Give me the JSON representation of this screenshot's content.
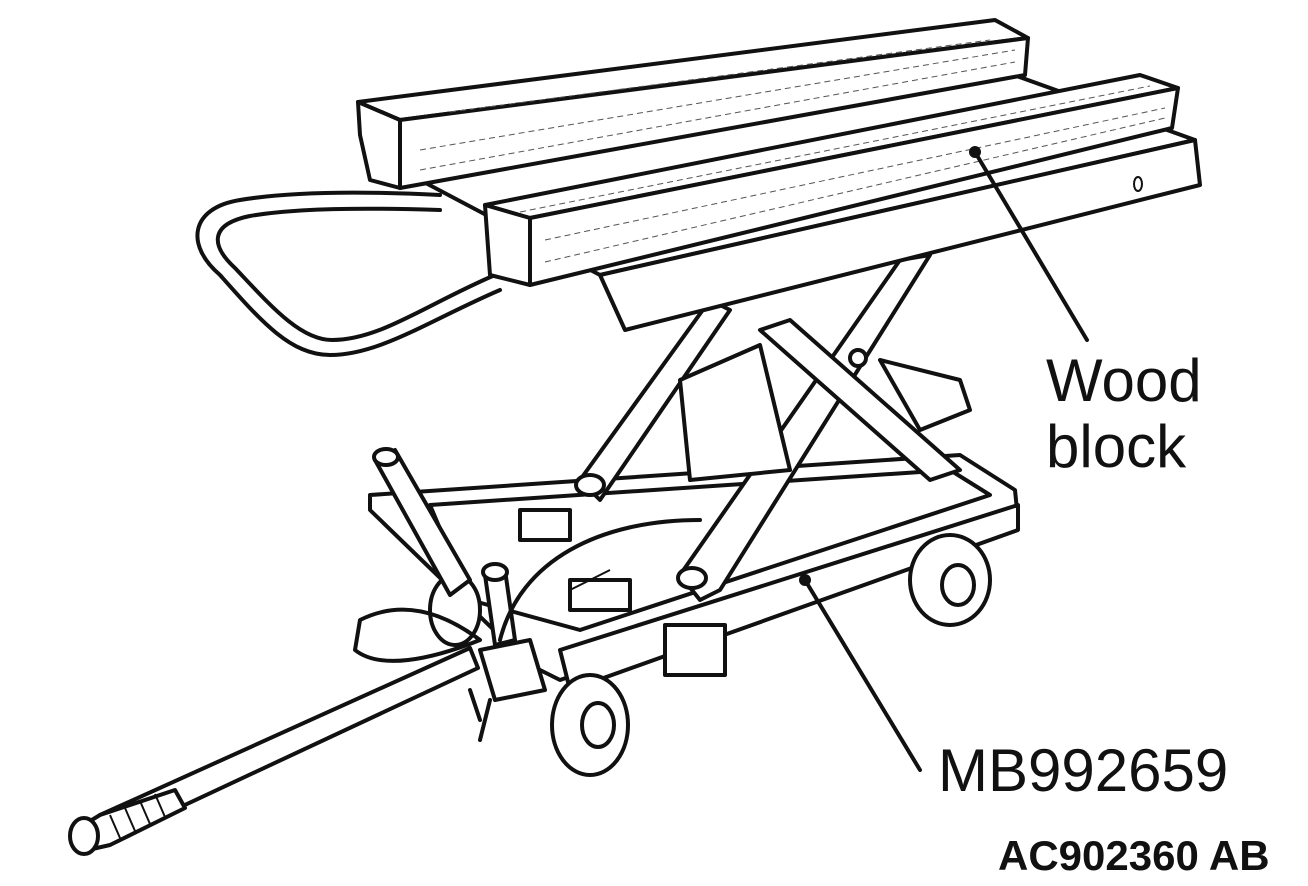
{
  "labels": {
    "wood_block_line1": "Wood",
    "wood_block_line2": "block",
    "tool_number": "MB992659",
    "figure_code": "AC902360 AB"
  }
}
